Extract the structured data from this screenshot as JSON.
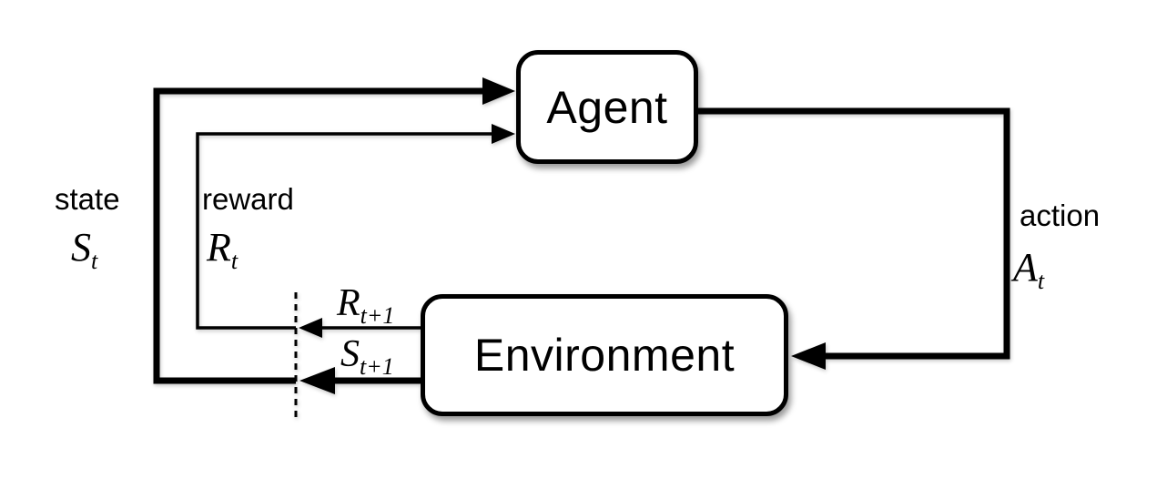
{
  "diagram": {
    "title_semantic": "agent-environment-interaction-loop",
    "agent_label": "Agent",
    "environment_label": "Environment",
    "state_label": {
      "word": "state",
      "sym": "S",
      "sub": "t"
    },
    "reward_label": {
      "word": "reward",
      "sym": "R",
      "sub": "t"
    },
    "action_label": {
      "word": "action",
      "sym": "A",
      "sub": "t"
    },
    "next_reward_label": {
      "sym": "R",
      "sub": "t+1"
    },
    "next_state_label": {
      "sym": "S",
      "sub": "t+1"
    },
    "colors": {
      "line": "#000000",
      "box_border": "#000000",
      "box_fill": "#ffffff",
      "background": "#ffffff"
    }
  }
}
